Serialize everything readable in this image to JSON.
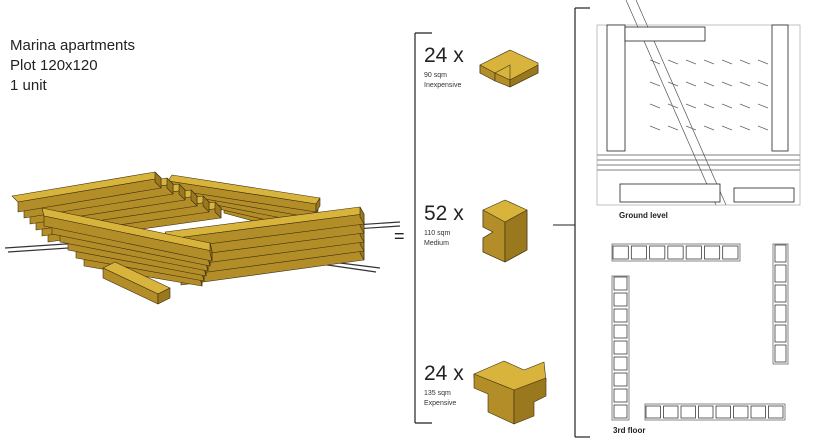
{
  "project": {
    "title_lines": [
      "Marina apartments",
      "Plot 120x120",
      "1 unit"
    ]
  },
  "equals_sign": "=",
  "unit_types": [
    {
      "count": "24 x",
      "area": "90 sqm",
      "category": "Inexpensive"
    },
    {
      "count": "52 x",
      "area": "110 sqm",
      "category": "Medium"
    },
    {
      "count": "24 x",
      "area": "135 sqm",
      "category": "Expensive"
    }
  ],
  "plans": {
    "ground_label": "Ground level",
    "upper_label": "3rd floor"
  },
  "colors": {
    "beam_top": "#d9b43c",
    "beam_side": "#b38d27",
    "beam_dark": "#9a781e",
    "outline": "#3a2e10"
  }
}
